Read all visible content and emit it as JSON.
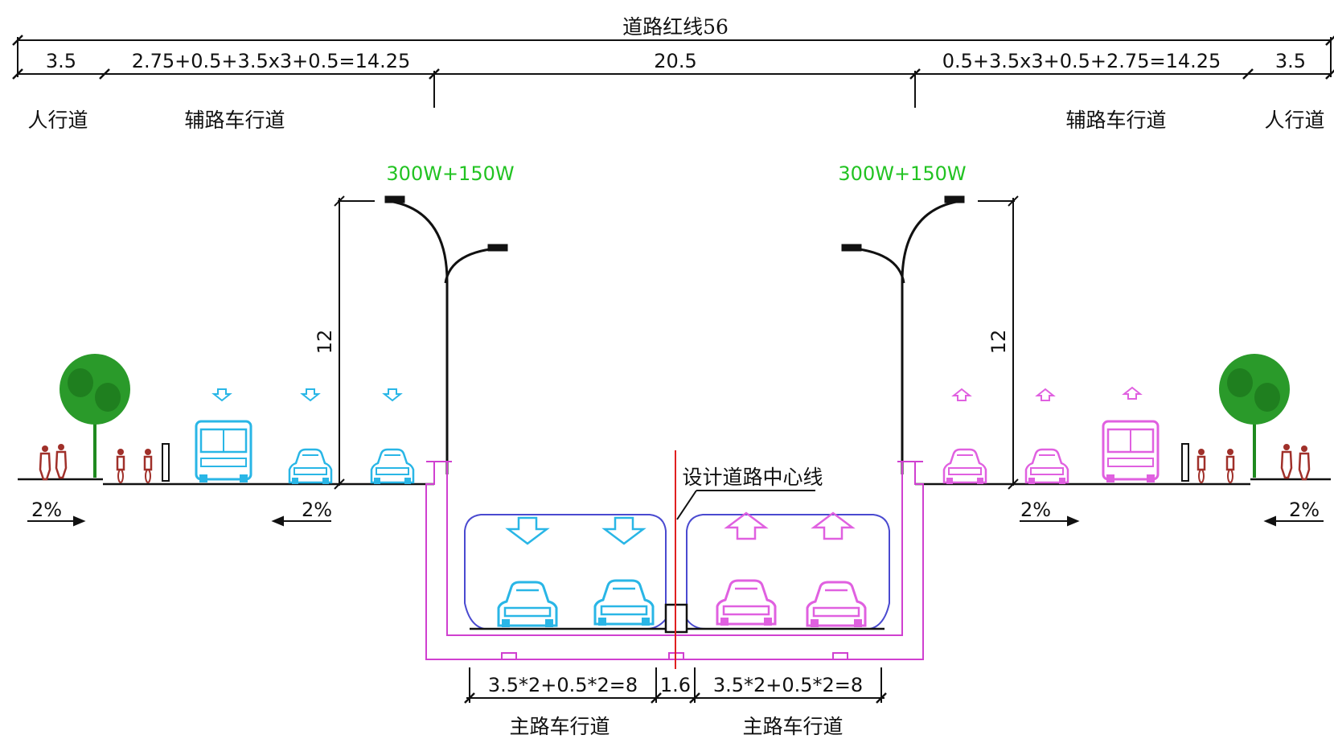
{
  "title": "道路红线56",
  "top_dims": {
    "left_sidewalk": "3.5",
    "left_aux": "2.75+0.5+3.5x3+0.5=14.25",
    "center": "20.5",
    "right_aux": "0.5+3.5x3+0.5+2.75=14.25",
    "right_sidewalk": "3.5"
  },
  "zone_labels": {
    "left_sidewalk": "人行道",
    "left_aux": "辅路车行道",
    "right_aux": "辅路车行道",
    "right_sidewalk": "人行道"
  },
  "lamps": {
    "left_power": "300W+150W",
    "right_power": "300W+150W",
    "left_height": "12",
    "right_height": "12"
  },
  "slopes": {
    "s1": "2%",
    "s2": "2%",
    "s3": "2%",
    "s4": "2%"
  },
  "centerline_label": "设计道路中心线",
  "bottom_dims": {
    "left_main": "3.5*2+0.5*2=8",
    "median": "1.6",
    "right_main": "3.5*2+0.5*2=8"
  },
  "bottom_labels": {
    "left_main": "主路车行道",
    "right_main": "主路车行道"
  },
  "colors": {
    "line": "#111111",
    "cyan": "#29b6e6",
    "magenta": "#e060e0",
    "structure": "#d040d0",
    "tunnel_box": "#4a4ad0",
    "centerline": "#e02020",
    "tree": "#1f8a1f",
    "ped": "#a0302a",
    "lamp_text": "#22c322"
  }
}
